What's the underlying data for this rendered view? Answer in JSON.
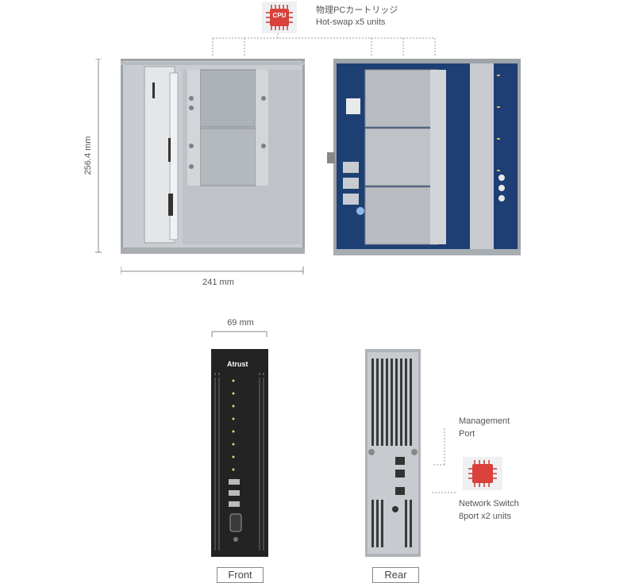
{
  "cpu_callout": {
    "chip_text": "CPU",
    "line1": "物理PCカートリッジ",
    "line2": "Hot-swap x5 units"
  },
  "dimensions": {
    "height": "256.4 mm",
    "width": "241 mm",
    "depth": "69 mm"
  },
  "front_panel": {
    "brand": "Atrust",
    "caption": "Front"
  },
  "rear_panel": {
    "caption": "Rear"
  },
  "management_callout": {
    "line1": "Management",
    "line2": "Port"
  },
  "switch_callout": {
    "line1": "Network Switch",
    "line2": "8port x2 units"
  },
  "colors": {
    "chip_red": "#d9413a",
    "board_blue": "#1e3f73",
    "chassis_silver": "#c8ccd0",
    "front_black": "#222222"
  }
}
